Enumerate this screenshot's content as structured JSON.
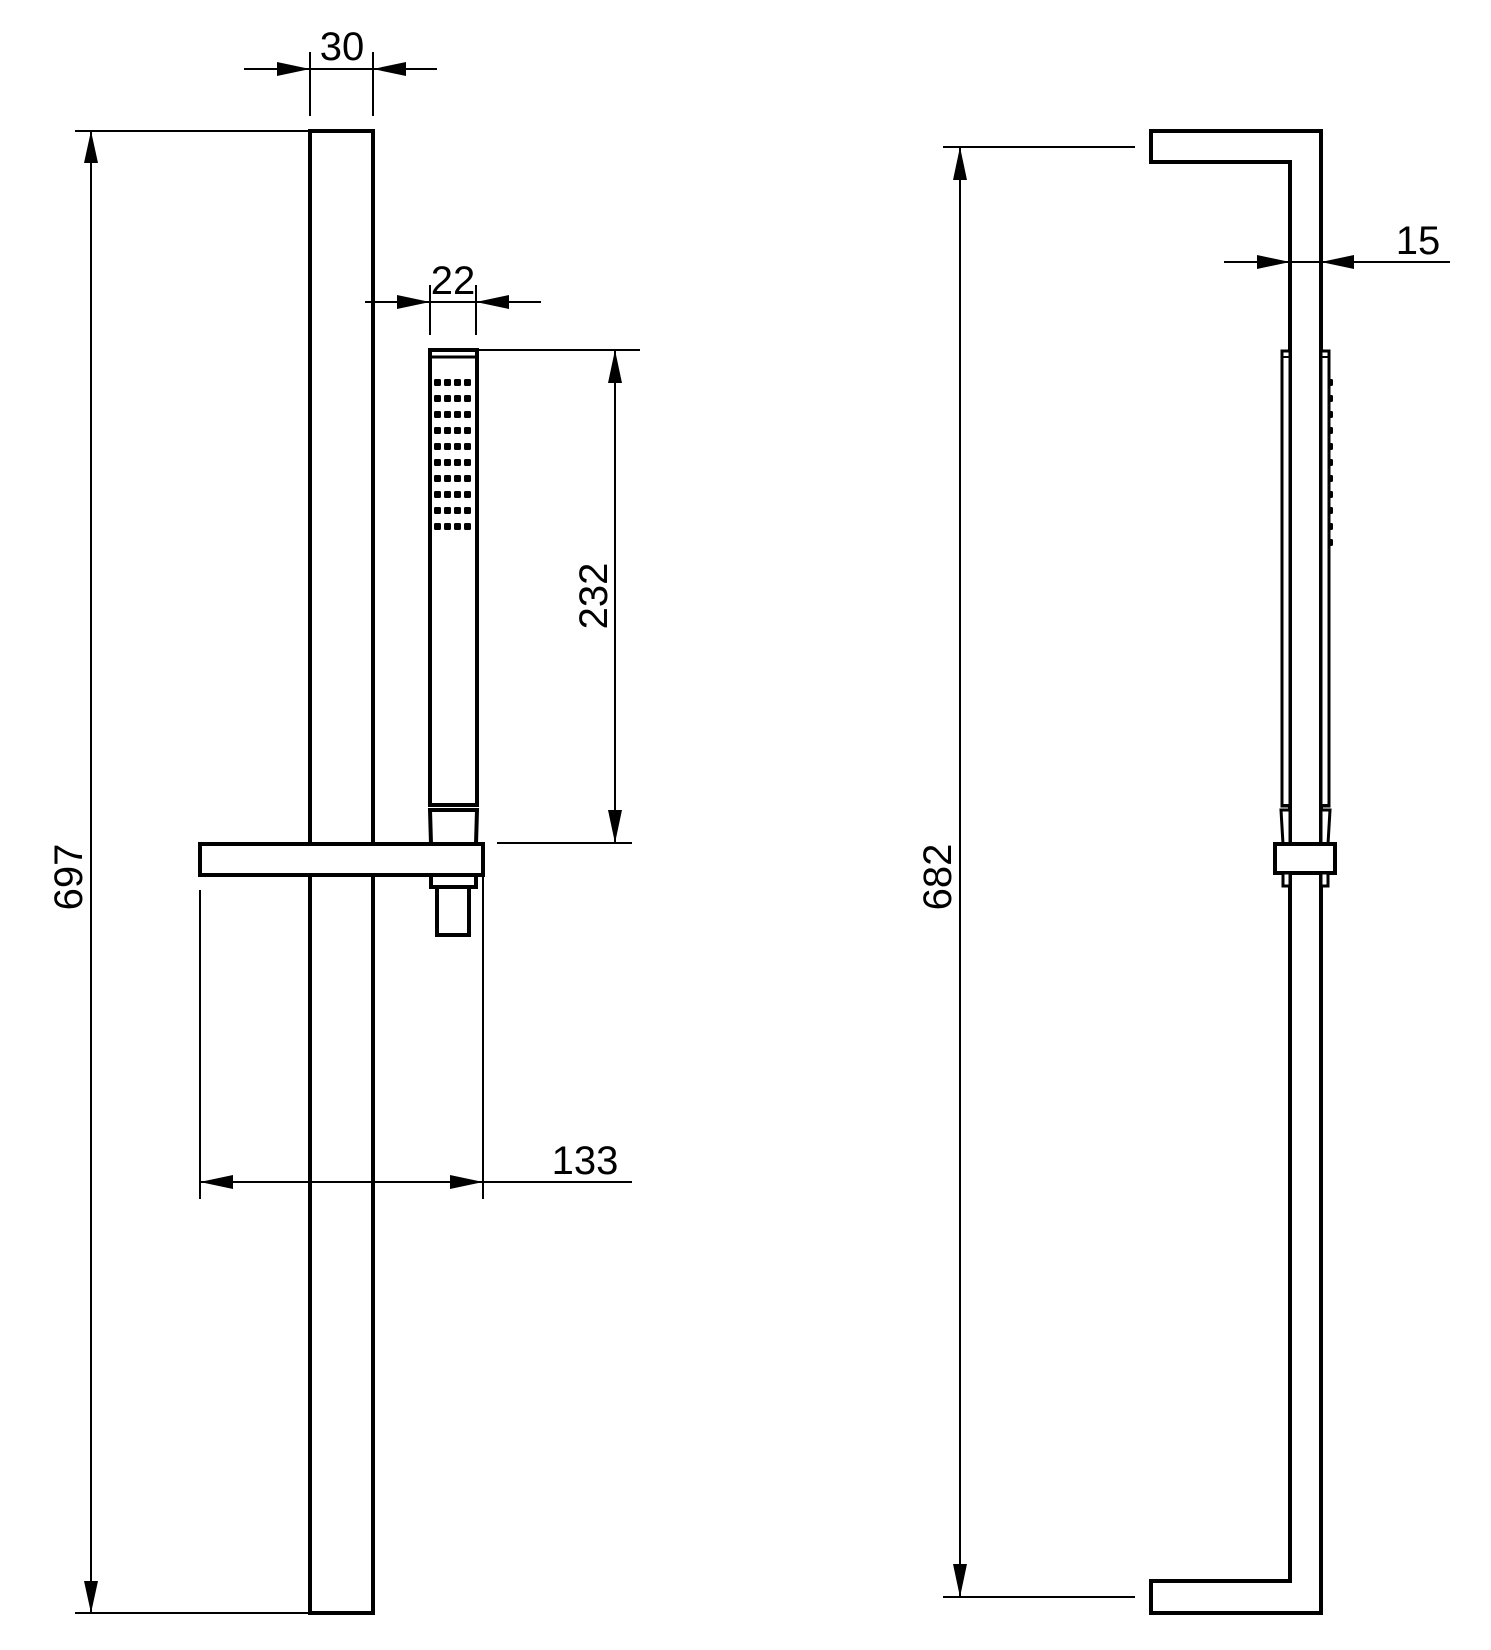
{
  "drawing": {
    "line_color": "#000000",
    "background": "#ffffff",
    "front_view": {
      "dimensions": {
        "rail_width": "30",
        "handset_width": "22",
        "handset_length": "232",
        "total_height": "697",
        "shelf_projection": "133"
      }
    },
    "side_view": {
      "dimensions": {
        "rail_depth": "15",
        "bracket_span": "682"
      }
    }
  }
}
